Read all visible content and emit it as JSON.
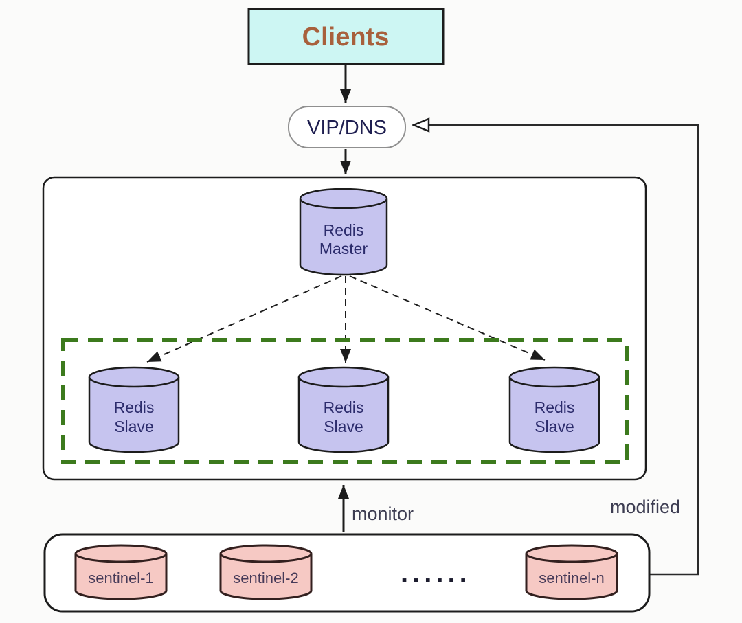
{
  "diagram": {
    "nodes": {
      "clients": {
        "label": "Clients"
      },
      "vip_dns": {
        "label": "VIP/DNS"
      },
      "redis_master": {
        "line1": "Redis",
        "line2": "Master"
      },
      "redis_slaves": [
        {
          "line1": "Redis",
          "line2": "Slave"
        },
        {
          "line1": "Redis",
          "line2": "Slave"
        },
        {
          "line1": "Redis",
          "line2": "Slave"
        }
      ],
      "sentinels": [
        {
          "label": "sentinel-1"
        },
        {
          "label": "sentinel-2"
        },
        {
          "label": "sentinel-n"
        }
      ],
      "sentinel_ellipsis": "......"
    },
    "edges": {
      "monitor_label": "monitor",
      "modified_label": "modified"
    },
    "colors": {
      "clients_fill": "#cdf6f3",
      "clients_text": "#a8603c",
      "redis_fill": "#c6c4ef",
      "redis_text": "#2c2c6c",
      "sentinel_fill": "#f6c9c4",
      "sentinel_stroke": "#33201f",
      "sentinel_text": "#463a58",
      "green_dashed": "#3c7a1d",
      "line": "#1c1c1c",
      "vip_text": "#1e1e50",
      "label_text": "#3d3d52",
      "box_fill": "#ffffff"
    }
  }
}
